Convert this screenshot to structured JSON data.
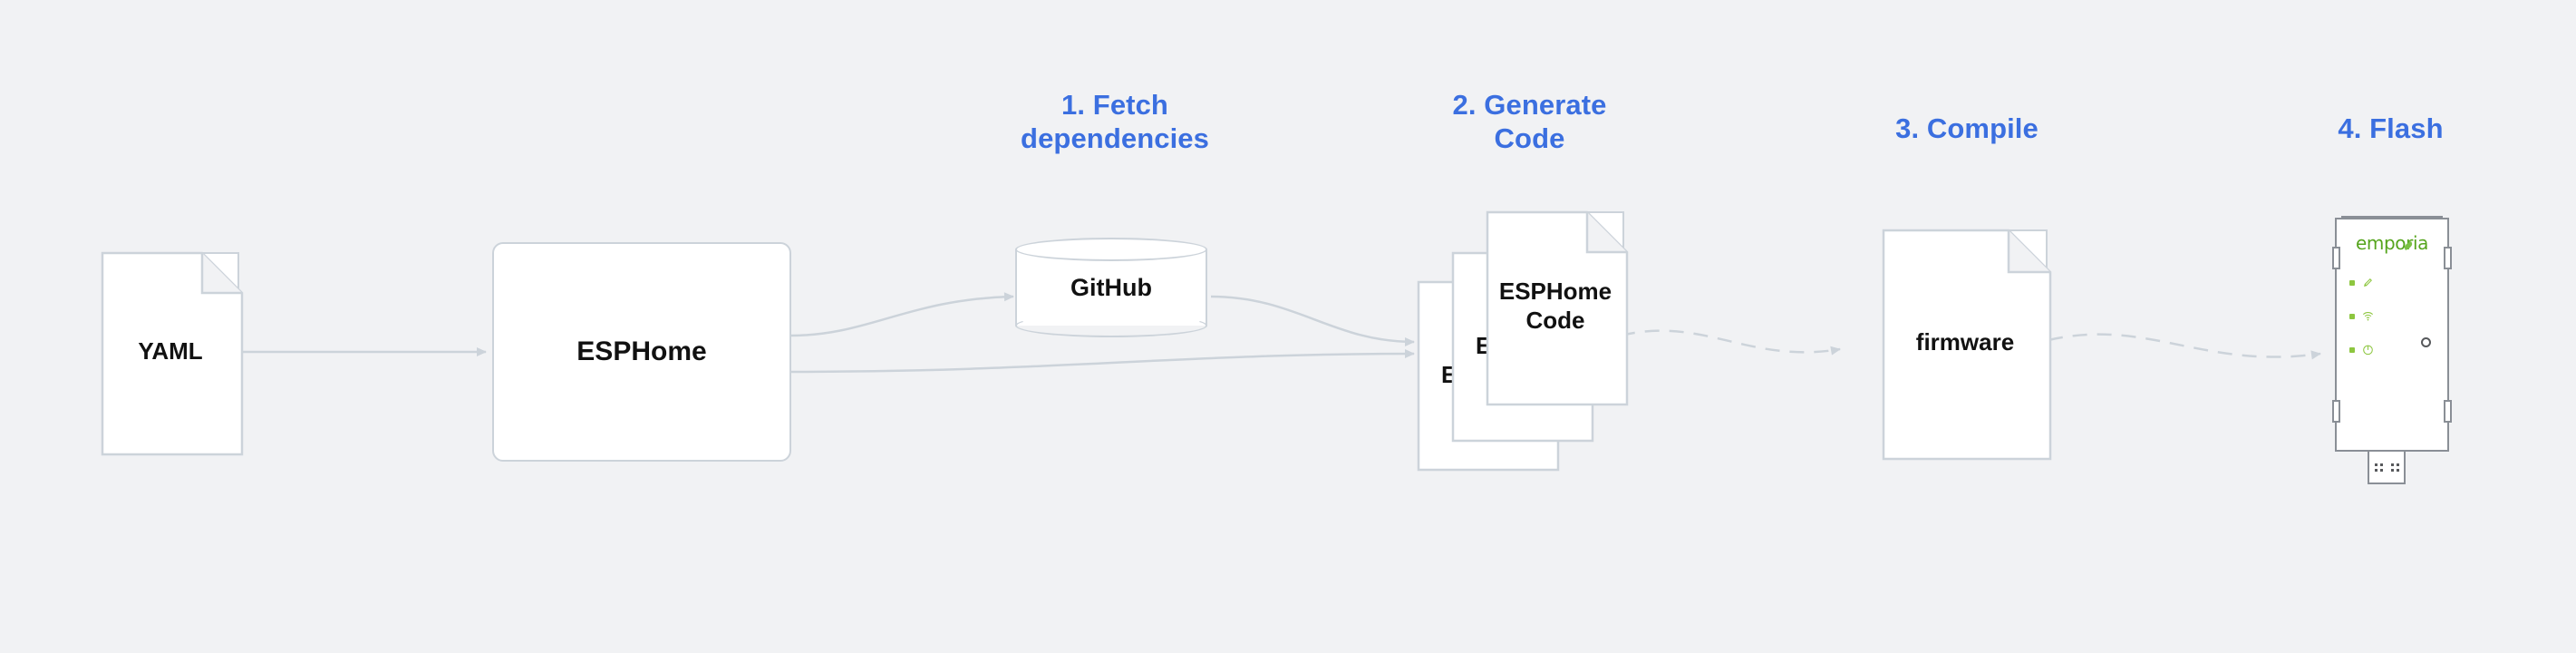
{
  "canvas": {
    "background": "#f1f2f4",
    "accent_blue": "#3b6fe0",
    "shape_stroke": "#ccd3da",
    "device_stroke": "#8a8f96",
    "brand_green": "#56a51e"
  },
  "steps": [
    {
      "id": "fetch",
      "label": "1. Fetch\ndependencies",
      "line1": "1. Fetch",
      "line2": "dependencies"
    },
    {
      "id": "generate",
      "label": "2. Generate\nCode",
      "line1": "2. Generate",
      "line2": "Code"
    },
    {
      "id": "compile",
      "label": "3. Compile",
      "line1": "3. Compile",
      "line2": ""
    },
    {
      "id": "flash",
      "label": "4. Flash",
      "line1": "4. Flash",
      "line2": ""
    }
  ],
  "nodes": {
    "yaml": {
      "label": "YAML",
      "type": "document"
    },
    "esphome": {
      "label": "ESPHome",
      "type": "process"
    },
    "github": {
      "label": "GitHub",
      "type": "database"
    },
    "code_stack": {
      "label": "ESPHome\nCode",
      "line1": "ESPHome",
      "line2": "Code",
      "back_label": "ES",
      "mid_label": "ES",
      "type": "document-stack",
      "count": 3
    },
    "firmware": {
      "label": "firmware",
      "type": "document"
    },
    "device": {
      "label": "emporia",
      "type": "hardware",
      "leds": [
        "link-led",
        "wifi-led",
        "power-led"
      ]
    }
  },
  "connectors": [
    {
      "from": "yaml",
      "to": "esphome",
      "style": "solid",
      "arrow": true
    },
    {
      "from": "esphome",
      "to": "github",
      "style": "solid",
      "arrow": true
    },
    {
      "from": "esphome",
      "to": "code_stack",
      "style": "solid",
      "arrow": true
    },
    {
      "from": "github",
      "to": "code_stack",
      "style": "solid",
      "arrow": true
    },
    {
      "from": "code_stack",
      "to": "firmware",
      "style": "dashed",
      "arrow": true
    },
    {
      "from": "firmware",
      "to": "device",
      "style": "dashed",
      "arrow": true
    }
  ]
}
